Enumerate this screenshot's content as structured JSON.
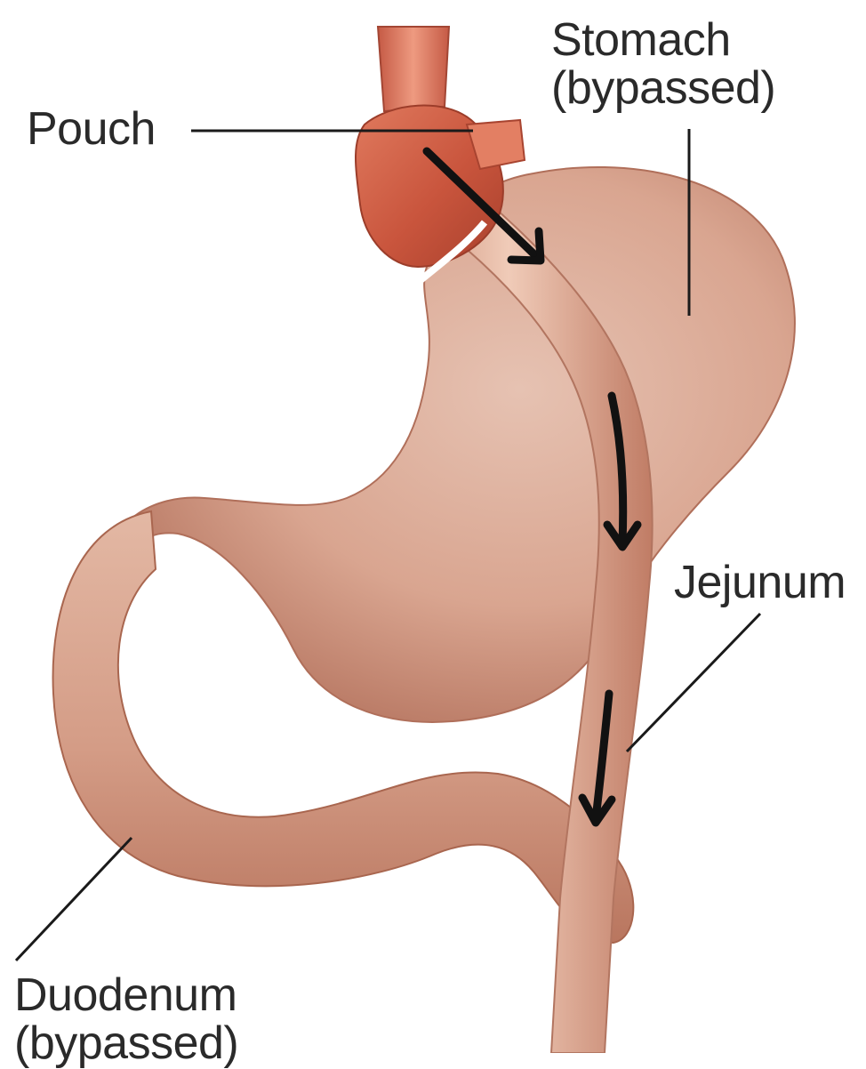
{
  "labels": {
    "pouch": "Pouch",
    "stomach_line1": "Stomach",
    "stomach_line2": "(bypassed)",
    "jejunum": "Jejunum",
    "duodenum_line1": "Duodenum",
    "duodenum_line2": "(bypassed)"
  },
  "colors": {
    "stomach": "#d9a48f",
    "pouch": "#c8553f",
    "jejunum": "#e0b09a",
    "duodenum": "#d6a18c",
    "arrow": "#111111",
    "leader_line": "#1a1a1a",
    "label_text": "#2a2a2a"
  }
}
